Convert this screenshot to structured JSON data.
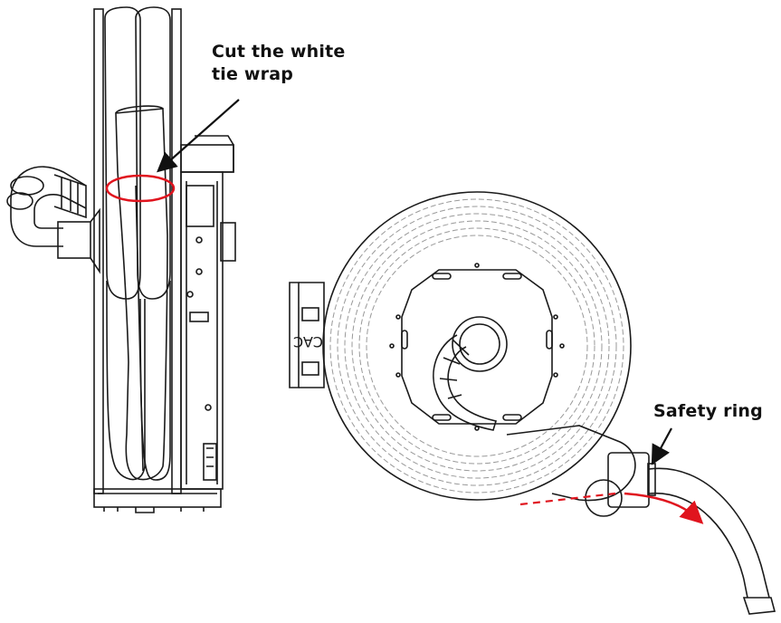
{
  "annotations": {
    "cut_tie_wrap": {
      "line1": "Cut the white",
      "line2": "tie wrap"
    },
    "safety_ring": "Safety ring"
  },
  "colors": {
    "outline": "#1a1a1a",
    "highlight_red": "#e0141e",
    "background": "#ffffff"
  },
  "reel_marking": "CAC"
}
